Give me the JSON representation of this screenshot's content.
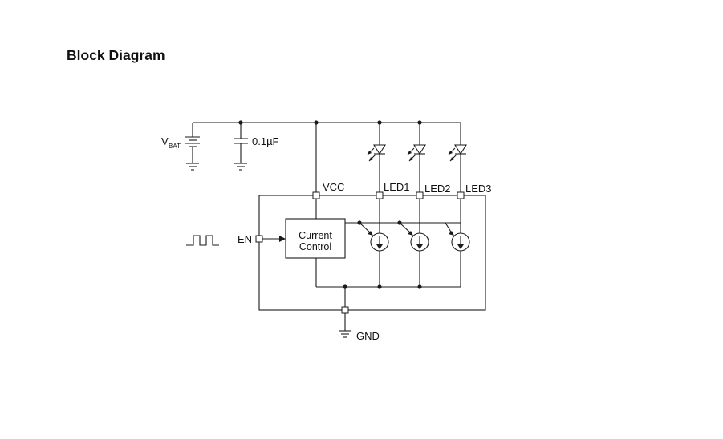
{
  "title": "Block Diagram",
  "labels": {
    "vbat_main": "V",
    "vbat_sub": "BAT",
    "capacitor": "0.1µF",
    "vcc": "VCC",
    "led1": "LED1",
    "led2": "LED2",
    "led3": "LED3",
    "en": "EN",
    "current_control_line1": "Current",
    "current_control_line2": "Control",
    "gnd": "GND"
  }
}
